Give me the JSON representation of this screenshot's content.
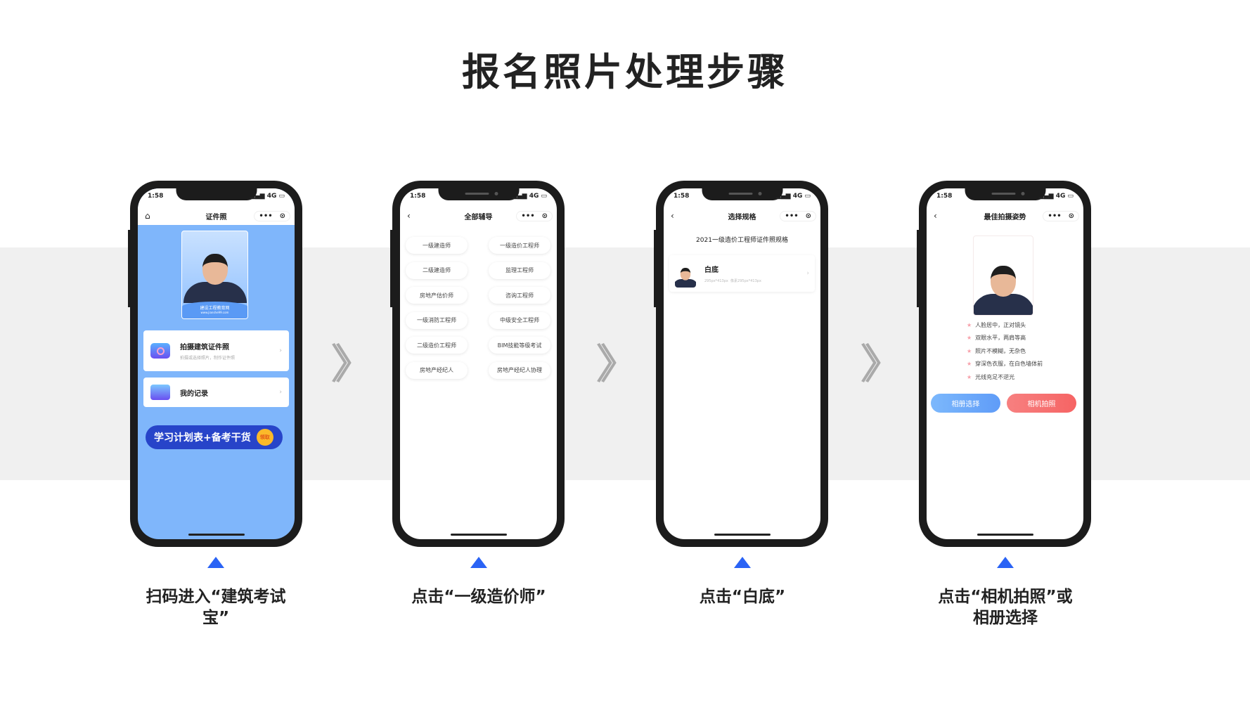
{
  "title": "报名照片处理步骤",
  "status": {
    "time": "1:58",
    "network": "4G"
  },
  "nav_caps": {
    "more": "•••",
    "close": "⊙"
  },
  "phone1": {
    "nav_title": "证件照",
    "badge_title": "建设工程教育网",
    "badge_url": "www.jianshe99.com",
    "card1_title": "拍摄建筑证件照",
    "card1_sub": "拍摄或选择照片，制作证件照",
    "card2_title": "我的记录",
    "banner": "学习计划表+备考干货",
    "banner_badge": "领取"
  },
  "phone2": {
    "nav_title": "全部辅导",
    "items": [
      "一级建造师",
      "一级造价工程师",
      "二级建造师",
      "监理工程师",
      "房地产估价师",
      "咨询工程师",
      "一级消防工程师",
      "中级安全工程师",
      "二级造价工程师",
      "BIM技能等级考试",
      "房地产经纪人",
      "房地产经纪人协理"
    ]
  },
  "phone3": {
    "nav_title": "选择规格",
    "heading": "2021一级造价工程师证件照规格",
    "spec_title": "白底",
    "spec_size": "295px*413px",
    "spec_pixels": "像素295px*413px"
  },
  "phone4": {
    "nav_title": "最佳拍摄姿势",
    "tips": [
      "人脸居中，正对镜头",
      "双眼水平，两肩等高",
      "照片不模糊，无杂色",
      "穿深色衣服，在白色墙体前",
      "光线充足不逆光"
    ],
    "album_button": "相册选择",
    "camera_button": "相机拍照"
  },
  "captions": [
    "扫码进入“建筑考试宝”",
    "点击“一级造价师”",
    "点击“白底”",
    "点击“相机拍照”或相册选择"
  ],
  "colors": {
    "accent": "#2a63f5",
    "phone1_bg": "#7fb6fb",
    "album": "#6aa8fa",
    "camera": "#f76c6c"
  }
}
